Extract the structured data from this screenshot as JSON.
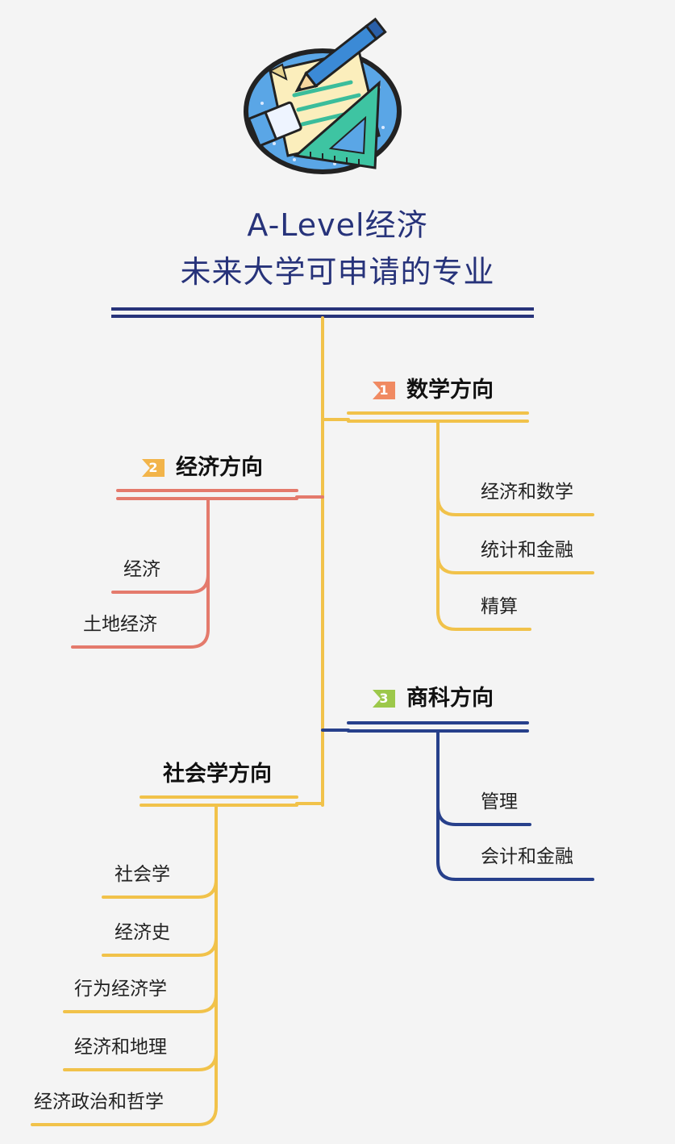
{
  "title": {
    "line1": "A-Level经济",
    "line2": "未来大学可申请的专业"
  },
  "colors": {
    "title": "#27337a",
    "trunk": "#f1c24a",
    "math": "#f1c24a",
    "econ": "#e47a6c",
    "business": "#27408b",
    "sociology": "#f1c24a",
    "badge1": "#f08a62",
    "badge2": "#f2b44a",
    "badge3": "#9cc84a"
  },
  "branches": {
    "math": {
      "number": "1",
      "label": "数学方向",
      "items": [
        "经济和数学",
        "统计和金融",
        "精算"
      ]
    },
    "econ": {
      "number": "2",
      "label": "经济方向",
      "items": [
        "经济",
        "土地经济"
      ]
    },
    "business": {
      "number": "3",
      "label": "商科方向",
      "items": [
        "管理",
        "会计和金融"
      ]
    },
    "sociology": {
      "label": "社会学方向",
      "items": [
        "社会学",
        "经济史",
        "行为经济学",
        "经济和地理",
        "经济政治和哲学"
      ]
    }
  },
  "icon": "stationery-illustration-icon"
}
